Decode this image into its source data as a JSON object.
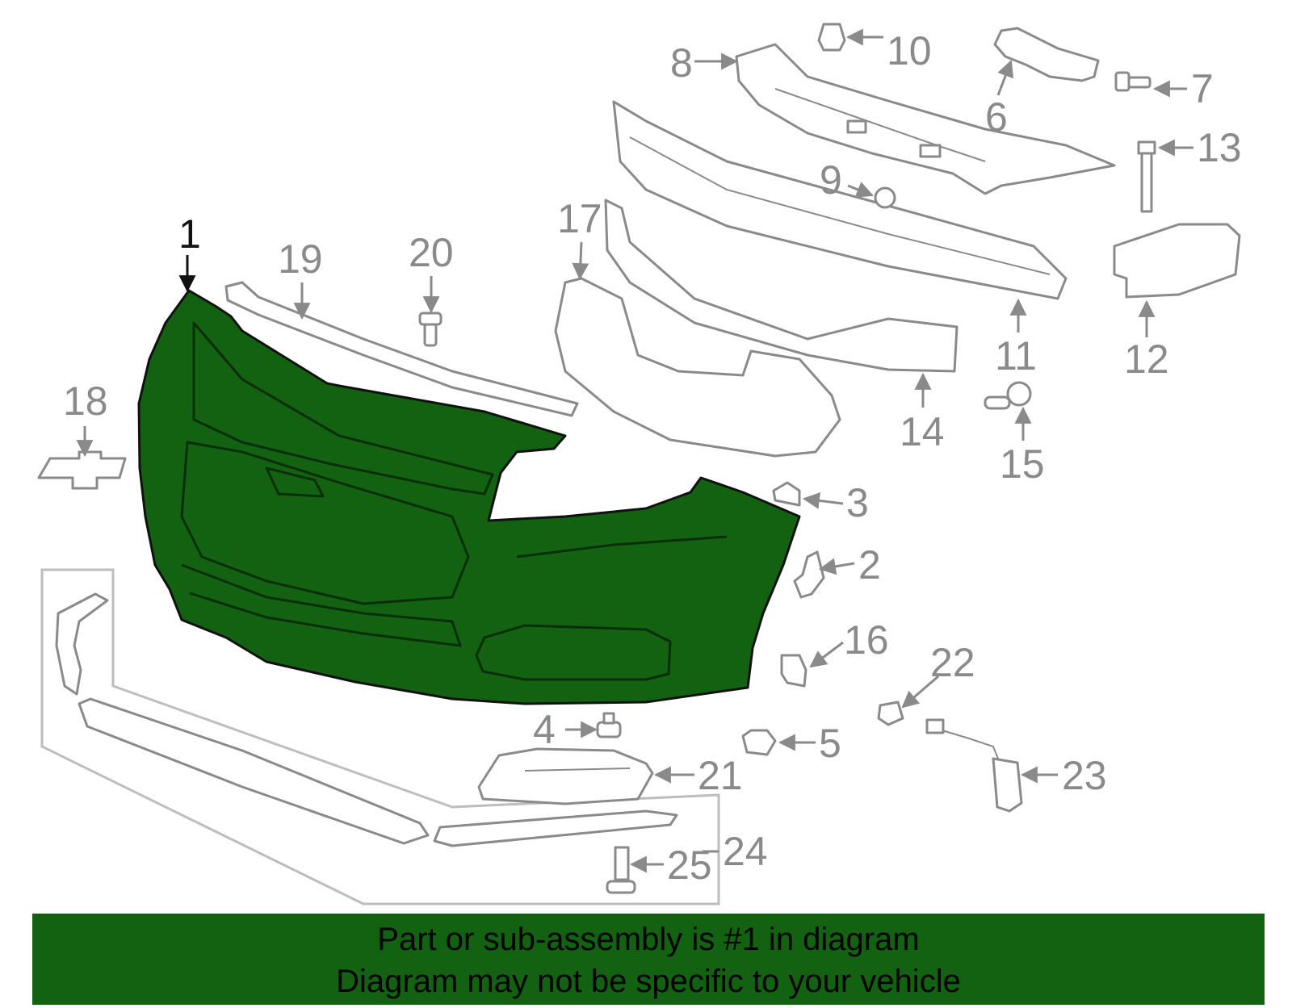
{
  "callouts": {
    "c1": "1",
    "c2": "2",
    "c3": "3",
    "c4": "4",
    "c5": "5",
    "c6": "6",
    "c7": "7",
    "c8": "8",
    "c9": "9",
    "c10": "10",
    "c11": "11",
    "c12": "12",
    "c13": "13",
    "c14": "14",
    "c15": "15",
    "c16": "16",
    "c17": "17",
    "c18": "18",
    "c19": "19",
    "c20": "20",
    "c21": "21",
    "c22": "22",
    "c23": "23",
    "c24": "24",
    "c25": "25"
  },
  "colors": {
    "highlight": "#126212",
    "line": "#8a8a8a",
    "group_box": "#bdbdbd"
  },
  "banner": {
    "line1": "Part or sub-assembly is #1 in diagram",
    "line2": "Diagram may not be specific to your vehicle"
  }
}
